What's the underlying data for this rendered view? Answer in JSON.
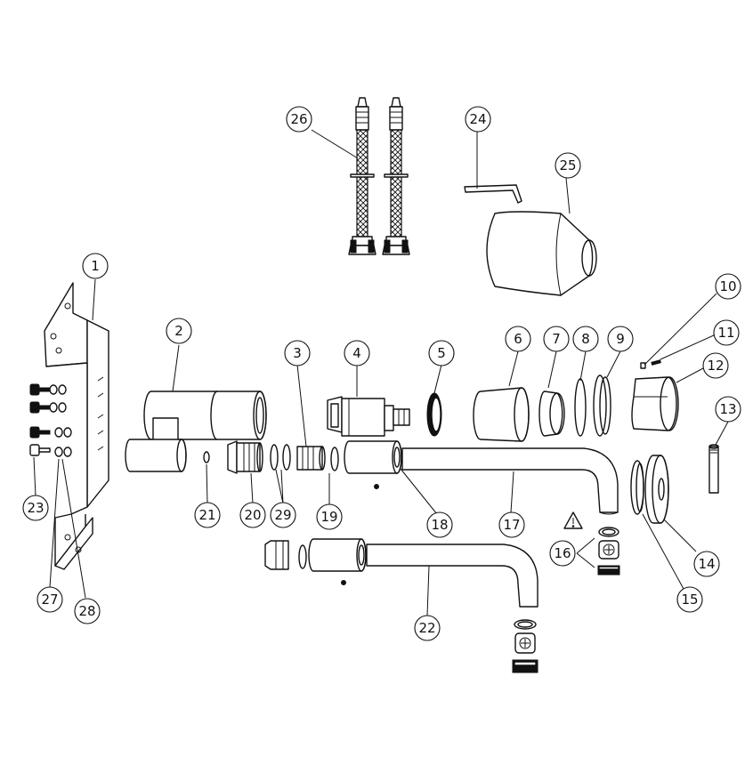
{
  "diagram": {
    "type": "exploded-parts-diagram",
    "line_color": "#111111",
    "background": "#ffffff",
    "warning_symbol": "warning-triangle-icon",
    "callouts": [
      {
        "id": "c1",
        "label": "1"
      },
      {
        "id": "c2",
        "label": "2"
      },
      {
        "id": "c3",
        "label": "3"
      },
      {
        "id": "c4",
        "label": "4"
      },
      {
        "id": "c5",
        "label": "5"
      },
      {
        "id": "c6",
        "label": "6"
      },
      {
        "id": "c7",
        "label": "7"
      },
      {
        "id": "c8",
        "label": "8"
      },
      {
        "id": "c9",
        "label": "9"
      },
      {
        "id": "c10",
        "label": "10"
      },
      {
        "id": "c11",
        "label": "11"
      },
      {
        "id": "c12",
        "label": "12"
      },
      {
        "id": "c13",
        "label": "13"
      },
      {
        "id": "c14",
        "label": "14"
      },
      {
        "id": "c15",
        "label": "15"
      },
      {
        "id": "c16",
        "label": "16"
      },
      {
        "id": "c17",
        "label": "17"
      },
      {
        "id": "c18",
        "label": "18"
      },
      {
        "id": "c19",
        "label": "19"
      },
      {
        "id": "c20",
        "label": "20"
      },
      {
        "id": "c21",
        "label": "21"
      },
      {
        "id": "c22",
        "label": "22"
      },
      {
        "id": "c23",
        "label": "23"
      },
      {
        "id": "c24",
        "label": "24"
      },
      {
        "id": "c25",
        "label": "25"
      },
      {
        "id": "c26",
        "label": "26"
      },
      {
        "id": "c27",
        "label": "27"
      },
      {
        "id": "c28",
        "label": "28"
      },
      {
        "id": "c29",
        "label": "29"
      }
    ]
  }
}
